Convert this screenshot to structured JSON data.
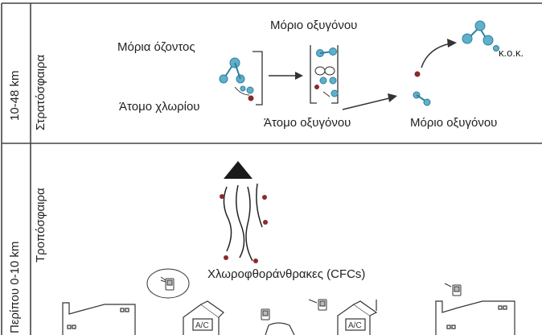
{
  "layers": {
    "stratosphere": {
      "altitude": "10-48 km",
      "name": "Στρατόσφαιρα"
    },
    "troposphere": {
      "altitude": "Περίπου 0-10 km",
      "name": "Τροπόσφαιρα"
    }
  },
  "reaction": {
    "ozone_molecules": "Μόρια όζοντος",
    "chlorine_atom": "Άτομο χλωρίου",
    "oxygen_molecule_top": "Μόριο οξυγόνου",
    "oxygen_atom": "Άτομο οξυγόνου",
    "oxygen_molecule_bottom": "Μόριο οξυγόνου",
    "etc": "κ.ο.κ."
  },
  "ground": {
    "cfcs_label": "Χλωροφθοράνθρακες (CFCs)",
    "house_sign_1": "A/C",
    "house_sign_2": "A/C"
  },
  "colors": {
    "molecule_fill": "#5fb0c8",
    "molecule_dark": "#2f7fa0",
    "chlorine": "#8b2a2a",
    "line": "#333333"
  }
}
